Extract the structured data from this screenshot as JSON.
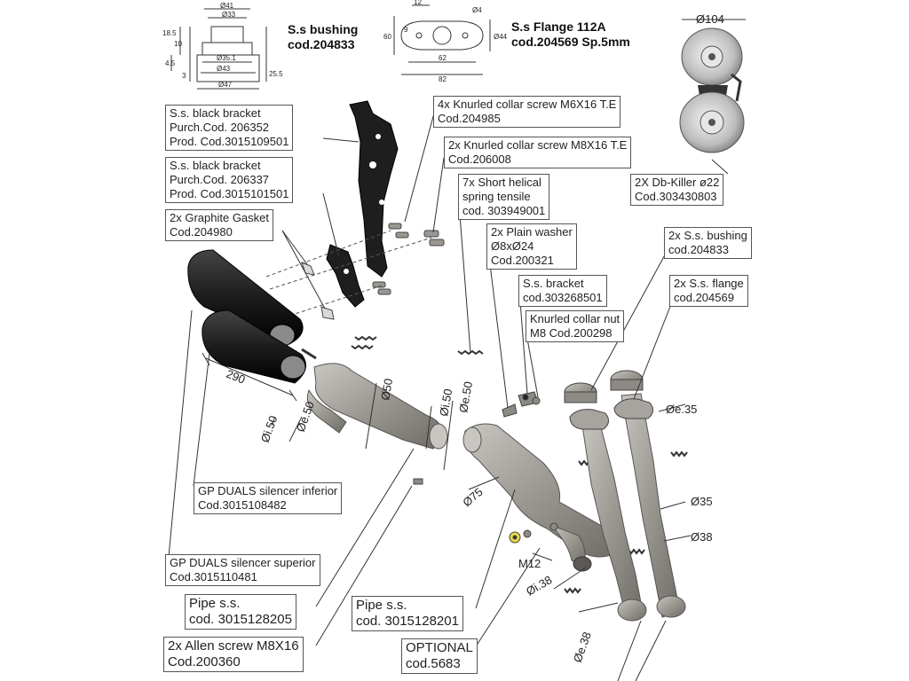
{
  "headers": {
    "bushing": [
      "S.s bushing",
      "cod.204833"
    ],
    "flange": [
      "S.s Flange 112A",
      "cod.204569 Sp.5mm"
    ]
  },
  "detail_dims": {
    "bushing": [
      "Ø41",
      "Ø33",
      "18.5",
      "10",
      "4.5",
      "3",
      "Ø35.1",
      "Ø43",
      "Ø47",
      "25.5"
    ],
    "flange": [
      "12",
      "Ø4",
      "9",
      "60",
      "Ø44",
      "62",
      "82"
    ],
    "dbkiller_diameter": "Ø104"
  },
  "labels": {
    "black_bracket_1": [
      "S.s. black bracket",
      "Purch.Cod. 206352",
      "Prod. Cod.3015109501"
    ],
    "black_bracket_2": [
      "S.s. black bracket",
      "Purch.Cod. 206337",
      "Prod. Cod.3015101501"
    ],
    "graphite_gasket": [
      "2x Graphite Gasket",
      "Cod.204980"
    ],
    "screw_m6": [
      "4x Knurled collar screw M6X16 T.E",
      "Cod.204985"
    ],
    "screw_m8": [
      "2x Knurled collar screw M8X16 T.E",
      "Cod.206008"
    ],
    "spring": [
      "7x Short helical",
      "spring tensile",
      "cod. 303949001"
    ],
    "washer": [
      "2x Plain washer",
      "Ø8xØ24",
      "Cod.200321"
    ],
    "ss_bracket": [
      "S.s. bracket",
      "cod.303268501"
    ],
    "collar_nut": [
      "Knurled collar nut",
      "M8 Cod.200298"
    ],
    "db_killer": [
      "2X Db-Killer ø22",
      "Cod.303430803"
    ],
    "ss_bushing": [
      "2x S.s. bushing",
      "cod.204833"
    ],
    "ss_flange": [
      "2x S.s. flange",
      "cod.204569"
    ],
    "silencer_inferior": [
      "GP DUALS silencer inferior",
      "Cod.3015108482"
    ],
    "silencer_superior": [
      "GP DUALS silencer superior",
      "Cod.3015110481"
    ],
    "pipe_1": [
      "Pipe s.s.",
      "cod. 3015128205"
    ],
    "pipe_2": [
      "Pipe s.s.",
      "cod. 3015128201"
    ],
    "allen_screw": [
      "2x Allen screw M8X16",
      "Cod.200360"
    ],
    "optional": [
      "OPTIONAL",
      "cod.5683"
    ]
  },
  "dimensions": {
    "silencer_length": "290",
    "d50_a": "Ø50",
    "di50_a": "Øi.50",
    "de50_a": "Øe.50",
    "di50_b": "Øi.50",
    "de50_b": "Øe.50",
    "d75": "Ø75",
    "de35": "Øe.35",
    "d35": "Ø35",
    "d38": "Ø38",
    "m12": "M12",
    "di38": "Øi.38",
    "de38": "Øe.38"
  },
  "colors": {
    "metal": "#9a9690",
    "metal_dark": "#6f6b66",
    "black_part": "#1c1c1c",
    "line": "#333333"
  }
}
